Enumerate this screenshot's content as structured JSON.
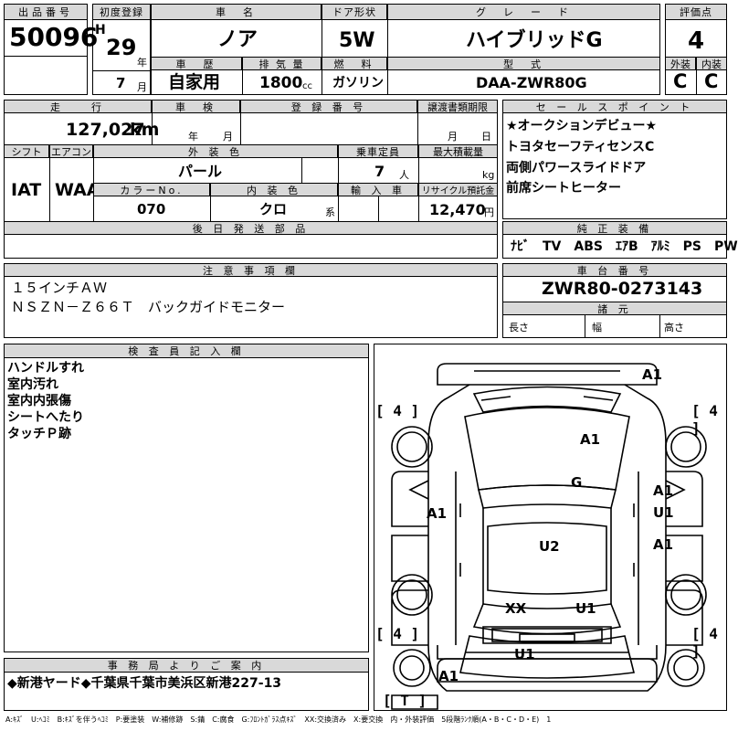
{
  "top": {
    "lot_no_header": "出品番号",
    "lot_no": "50096",
    "first_reg_header": "初度登録",
    "era": "H",
    "year": "29",
    "year_unit": "年",
    "month": "7",
    "month_unit": "月",
    "name_header": "車　名",
    "car_name": "ノア",
    "door_header": "ドア形状",
    "door": "5W",
    "grade_header": "グ　レ　ー　ド",
    "grade": "ハイブリッドG",
    "score_header": "評価点",
    "score": "4",
    "history_header": "車　歴",
    "history": "自家用",
    "displacement_header": "排 気 量",
    "displacement": "1800",
    "displacement_unit": "cc",
    "fuel_header": "燃　料",
    "fuel": "ガソリン",
    "model_header": "型　式",
    "model": "DAA-ZWR80G",
    "exterior_header": "外装",
    "exterior": "C",
    "interior_header": "内装",
    "interior": "C"
  },
  "mid": {
    "mileage_header": "走　　行",
    "mileage": "127,027",
    "mileage_unit": "km",
    "inspection_header": "車　検",
    "inspection_year": "年",
    "inspection_month": "月",
    "plate_header": "登 録 番 号",
    "transfer_header": "譲渡書類期限",
    "transfer_month": "月",
    "transfer_day": "日",
    "shift_header": "シフト",
    "shift": "IAT",
    "ac_header": "エアコン",
    "ac": "WAA",
    "color_header": "外 装 色",
    "color": "パール",
    "capacity_header": "乗車定員",
    "capacity": "7",
    "capacity_unit": "人",
    "load_header": "最大積載量",
    "load_unit": "kg",
    "color_no_header": "カラーNo.",
    "color_no": "070",
    "int_color_header": "内 装 色",
    "int_color": "クロ",
    "int_color_unit": "系",
    "import_header": "輸 入 車",
    "recycle_header": "リサイクル預託金",
    "recycle": "12,470",
    "recycle_unit": "円",
    "later_parts_header": "後 日 発 送 部 品"
  },
  "sales": {
    "header": "セ ー ル ス ポ イ ン ト",
    "points": [
      "★オークションデビュー★",
      "トヨタセーフティセンスC",
      "両側パワースライドドア",
      "前席シートヒーター"
    ]
  },
  "equip": {
    "header": "純 正 装 備",
    "items": "ﾅﾋﾞ　TV　ABS　ｴｱB　ｱﾙﾐ　PS　PW"
  },
  "notes": {
    "header": "注 意 事 項 欄",
    "lines": [
      "１５インチＡＷ",
      "ＮＳＺＮ－Ｚ６６Ｔ　バックガイドモニター"
    ]
  },
  "chassis": {
    "header": "車 台 番 号",
    "number": "ZWR80-0273143",
    "spec_header": "諸 元",
    "length": "長さ",
    "width": "幅",
    "height": "高さ"
  },
  "inspector": {
    "header": "検 査 員 記 入 欄",
    "lines": [
      "ハンドルすれ",
      "室内汚れ",
      "室内内張傷",
      "シートへたり",
      "タッチＰ跡"
    ]
  },
  "office": {
    "header": "事 務 局 よ り ご 案 内",
    "message": "◆新港ヤード◆千葉県千葉市美浜区新港227-13"
  },
  "diagram": {
    "marks": [
      "A1",
      "A1",
      "G",
      "A1",
      "A1",
      "U1",
      "A1",
      "U2",
      "XX",
      "U1",
      "U1",
      "A1"
    ],
    "tires": [
      "[ 4 ]",
      "[ 4 ]",
      "[ 4 ]",
      "[ 4 ]"
    ],
    "spare": "[ T ]"
  },
  "legend": "A:ｷｽﾞ　U:ﾍｺﾐ　B:ｷｽﾞを伴うﾍｺﾐ　P:要塗装　W:補修跡　S:錆　C:腐食　G:ﾌﾛﾝﾄｶﾞﾗｽ点ｷｽﾞ　XX:交換済み　X:要交換　内・外装評価　5段階ﾗﾝｸ順(A・B・C・D・E)　1"
}
